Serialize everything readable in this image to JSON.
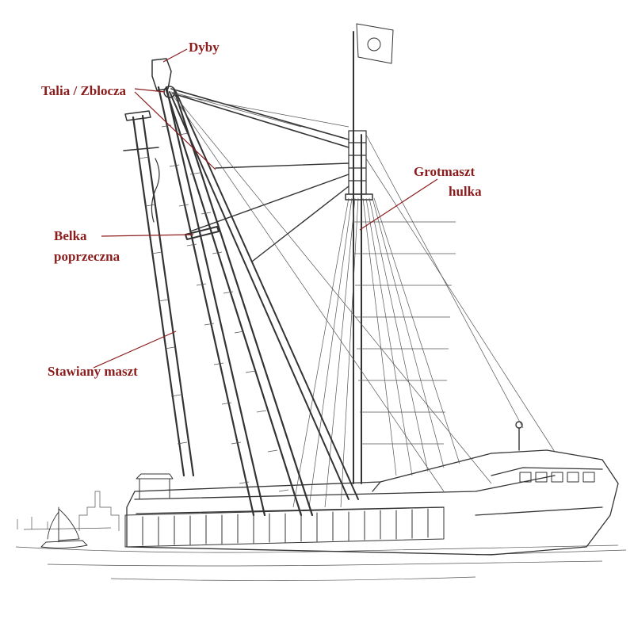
{
  "labels": {
    "dyby": "Dyby",
    "talia": "Talia / Zblocza",
    "grotmaszt_1": "Grotmaszt",
    "grotmaszt_2": "hulka",
    "belka_1": "Belka",
    "belka_2": "poprzeczna",
    "stawiany": "Stawiany maszt"
  },
  "colors": {
    "label": "#8b1c1c",
    "ink": "#333333",
    "paper": "#ffffff"
  }
}
